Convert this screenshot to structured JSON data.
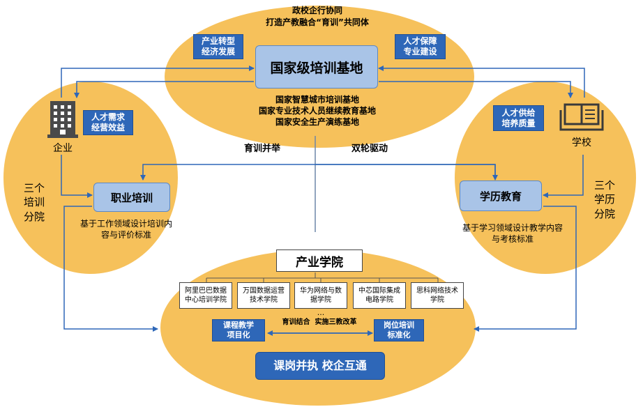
{
  "top": {
    "header_line1": "政校企行协同",
    "header_line2": "打造产教融合“育训”共同体",
    "main": "国家级培训基地",
    "left_badge": "产业转型\n经济发展",
    "right_badge": "人才保障\n专业建设",
    "bases": [
      "国家智慧城市培训基地",
      "国家专业技术人员继续教育基地",
      "国家安全生产演练基地"
    ]
  },
  "middle": {
    "left": "育训并举",
    "right": "双轮驱动"
  },
  "left_circle": {
    "node": "企业",
    "badge": "人才需求\n经营效益",
    "branch": "三个\n培训\n分院",
    "box": "职业培训",
    "desc": "基于工作领域设计培训内\n容与评价标准"
  },
  "right_circle": {
    "node": "学校",
    "badge": "人才供给\n培养质量",
    "branch": "三个\n学历\n分院",
    "box": "学历教育",
    "desc": "基于学习领域设计教学内容\n与考核标准"
  },
  "bottom": {
    "title": "产业学院",
    "colleges": [
      "阿里巴巴数据\n中心培训学院",
      "万国数据运营\n技术学院",
      "华为网络与数\n据学院",
      "中芯国际集成\n电路学院",
      "思科网络技术\n学院"
    ],
    "ellipsis": "...",
    "left_box": "课程教学\n项目化",
    "center_text": "育训结合  实施三教改革",
    "right_box": "岗位培训\n标准化",
    "slogan": "课岗并执 校企互通"
  },
  "colors": {
    "circle_fill": "#f6c15b",
    "blue": "#2e67b8",
    "light_blue": "#a9c4e7",
    "arrow": "#2e67b8",
    "line_gray": "#6d86a8"
  }
}
